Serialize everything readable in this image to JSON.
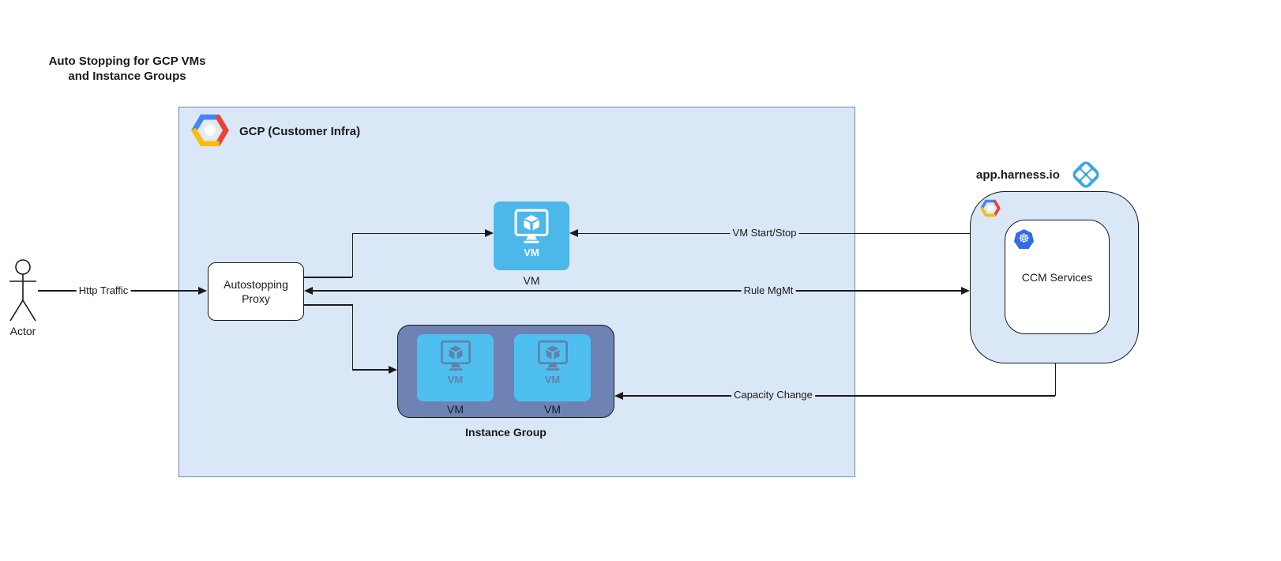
{
  "title": {
    "line1": "Auto Stopping for GCP VMs",
    "line2": "and Instance Groups"
  },
  "actor": {
    "label": "Actor"
  },
  "gcp": {
    "label": "GCP (Customer Infra)"
  },
  "proxy": {
    "line1": "Autostopping",
    "line2": "Proxy"
  },
  "vm": {
    "tile_text": "VM",
    "caption": "VM"
  },
  "instance_group": {
    "caption": "Instance Group",
    "tiles": [
      {
        "tile_text": "VM",
        "caption": "VM"
      },
      {
        "tile_text": "VM",
        "caption": "VM"
      }
    ]
  },
  "harness": {
    "label": "app.harness.io",
    "ccm_label": "CCM Services"
  },
  "edges": {
    "http_traffic": "Http Traffic",
    "vm_start_stop": "VM Start/Stop",
    "rule_mgmt": "Rule MgMt",
    "capacity_change": "Capacity Change"
  },
  "colors": {
    "gcp_box_fill": "#dae7f7",
    "gcp_box_border": "#7387ad",
    "ig_fill": "#6e82b3",
    "ig_tile_blue": "#4fbfef",
    "ig_icon": "#6181ad",
    "tile_blue": "#4bb8e9",
    "harness_blue": "#39a9e2",
    "k8s_blue": "#326ce5"
  }
}
